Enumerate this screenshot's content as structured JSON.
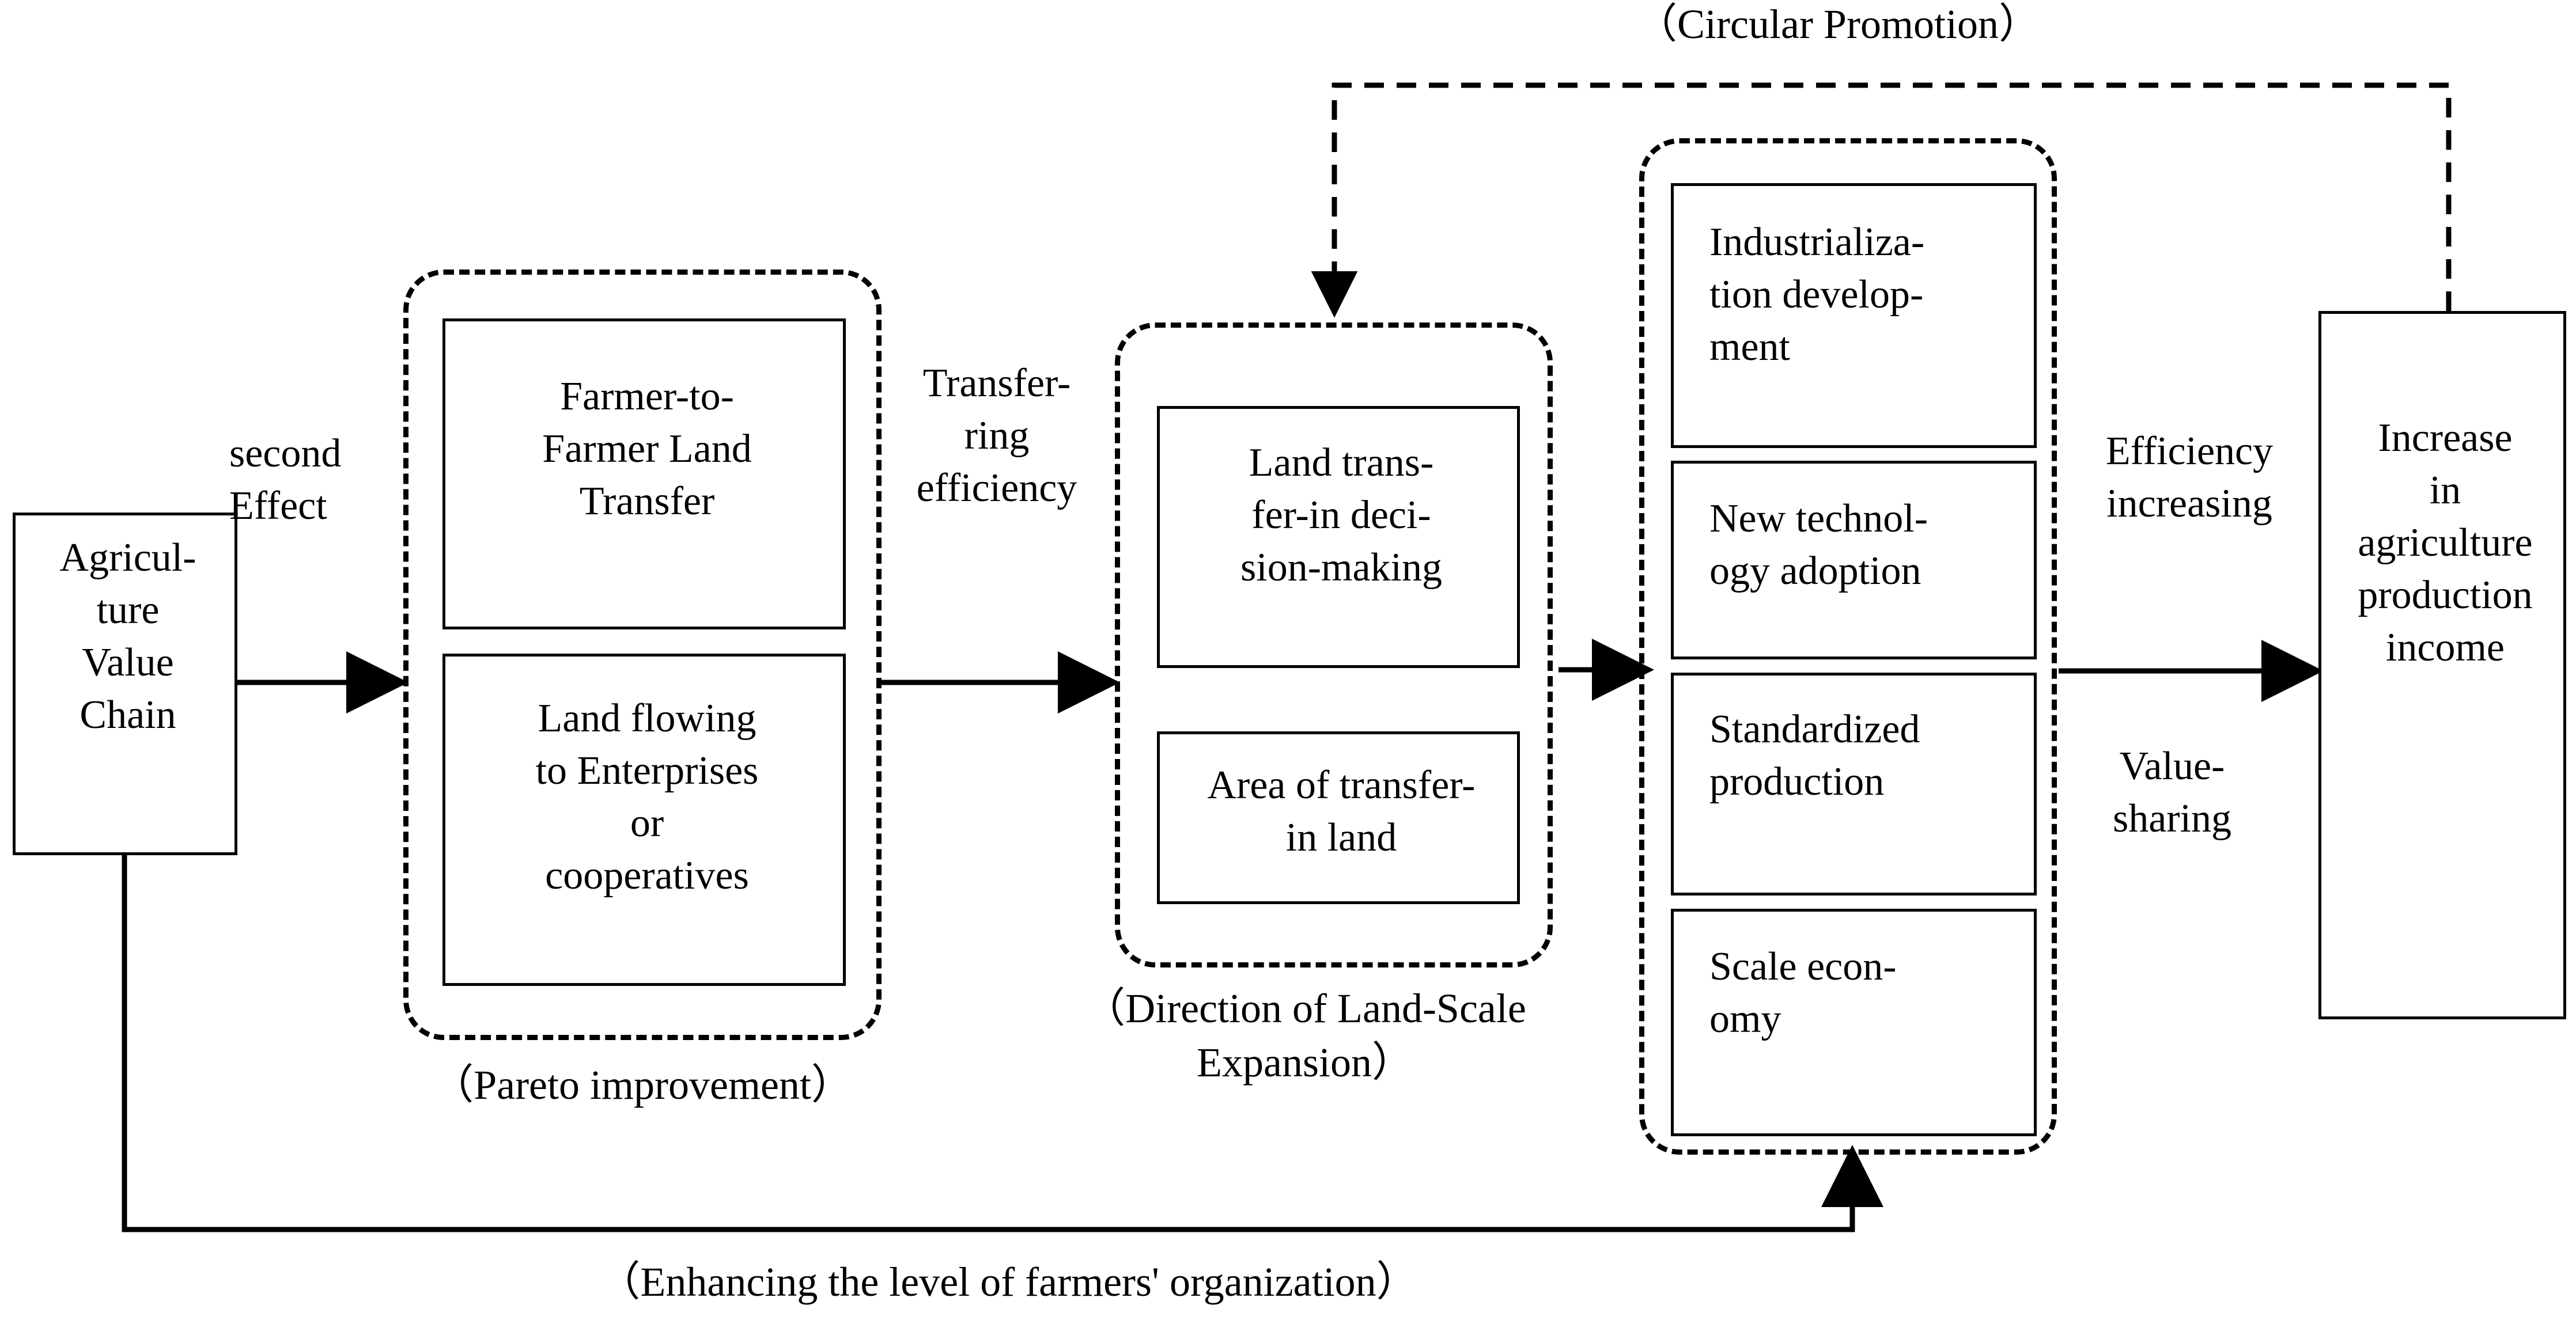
{
  "diagram": {
    "title_caption": "（Circular Promotion）",
    "nodes": {
      "value_chain": {
        "label": "Agricul-\nture\nValue\nChain"
      },
      "group_pareto": {
        "caption": "（Pareto improvement）",
        "boxes": [
          {
            "label": "Farmer-to-\nFarmer Land\nTransfer"
          },
          {
            "label": "Land flowing\nto Enterprises\nor\ncooperatives"
          }
        ]
      },
      "group_landscale": {
        "caption": "（Direction of Land-Scale\nExpansion）",
        "boxes": [
          {
            "label": "Land trans-\nfer-in deci-\nsion-making"
          },
          {
            "label": "Area of transfer-\nin land"
          }
        ]
      },
      "group_outcomes": {
        "boxes": [
          {
            "label": "Industrializa-\ntion develop-\nment"
          },
          {
            "label": "New  technol-\nogy adoption"
          },
          {
            "label": "Standardized\nproduction"
          },
          {
            "label": "Scale     econ-\nomy"
          }
        ]
      },
      "income": {
        "label": "Increase\nin\nagriculture\nproduction\nincome"
      }
    },
    "edge_labels": {
      "second_effect": "second\nEffect",
      "transferring_efficiency": "Transfer-\nring\nefficiency",
      "efficiency_increasing": "Efficiency\nincreasing",
      "value_sharing": "Value-\nsharing"
    },
    "bottom_caption": "（Enhancing the level of farmers' organization）",
    "colors": {
      "stroke": "#000000",
      "background": "#ffffff",
      "text": "#000000"
    }
  }
}
